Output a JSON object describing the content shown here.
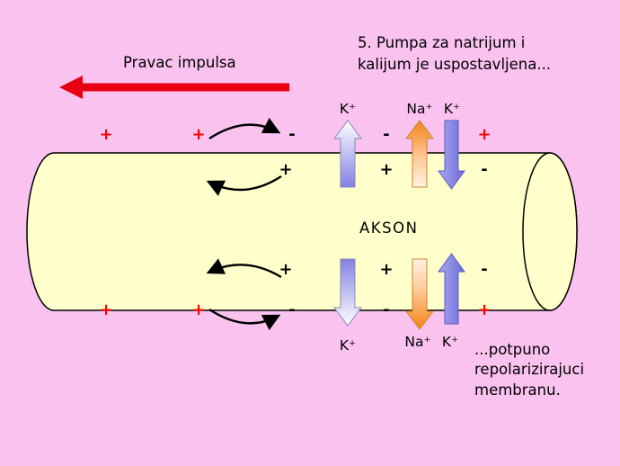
{
  "title": "5. Pumpa za natrijum i\nkalijum je uspostavljena...",
  "direction_label": "Pravac impulsa",
  "axon_label": "AKSON",
  "closing_text": "...potpuno\nrepolarizirajuci\nmembranu.",
  "ions": {
    "k": "K⁺",
    "na": "Na⁺"
  },
  "charges": {
    "plus": "+",
    "minus": "-"
  },
  "colors": {
    "background": "#f9c2ef",
    "axon_fill": "#ffffcc",
    "impulse_arrow_red": "#e60012",
    "k_arrow_purple": "#8181e2",
    "na_arrow_orange": "#f28418",
    "charge_plus_red": "#ff0000",
    "text_black": "#000000"
  }
}
